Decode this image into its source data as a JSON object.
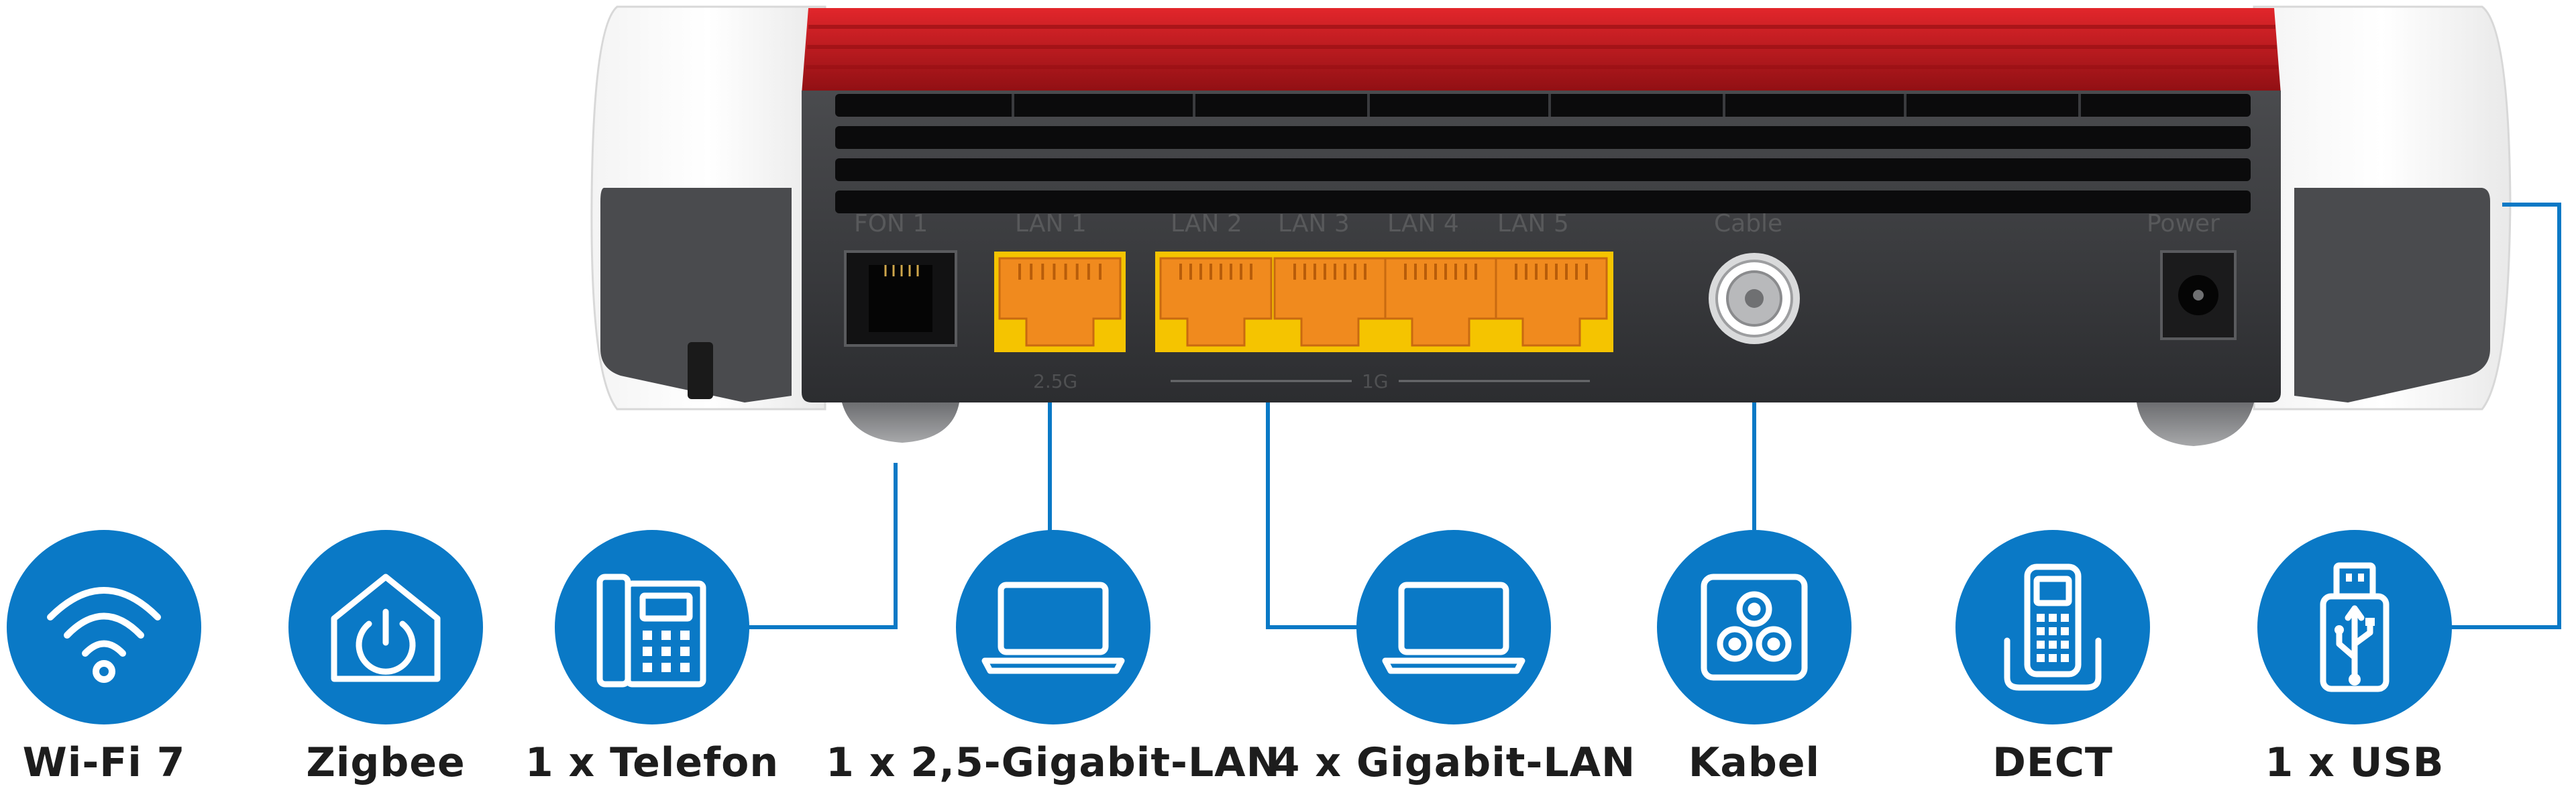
{
  "ports": {
    "fon": "FON 1",
    "lan1": "LAN 1",
    "lan2": "LAN 2",
    "lan3": "LAN 3",
    "lan4": "LAN 4",
    "lan5": "LAN 5",
    "cable": "Cable",
    "power": "Power",
    "speed_fast": "2.5G",
    "speed_gig": "1G"
  },
  "features": [
    {
      "label": "Wi-Fi 7",
      "icon": "wifi-icon"
    },
    {
      "label": "Zigbee",
      "icon": "smart-home-icon"
    },
    {
      "label": "1 x Telefon",
      "icon": "telephone-icon"
    },
    {
      "label": "1 x 2,5-Gigabit-LAN",
      "icon": "laptop-icon"
    },
    {
      "label": "4 x Gigabit-LAN",
      "icon": "laptop-icon"
    },
    {
      "label": "Kabel",
      "icon": "coax-socket-icon"
    },
    {
      "label": "DECT",
      "icon": "cordless-phone-icon"
    },
    {
      "label": "1 x USB",
      "icon": "usb-icon"
    }
  ],
  "colors": {
    "accent_blue": "#0a79c6",
    "router_red": "#c8151b",
    "router_gray": "#3c3d40",
    "lan_orange": "#f08a1e",
    "lan_yellow": "#f5c400"
  }
}
